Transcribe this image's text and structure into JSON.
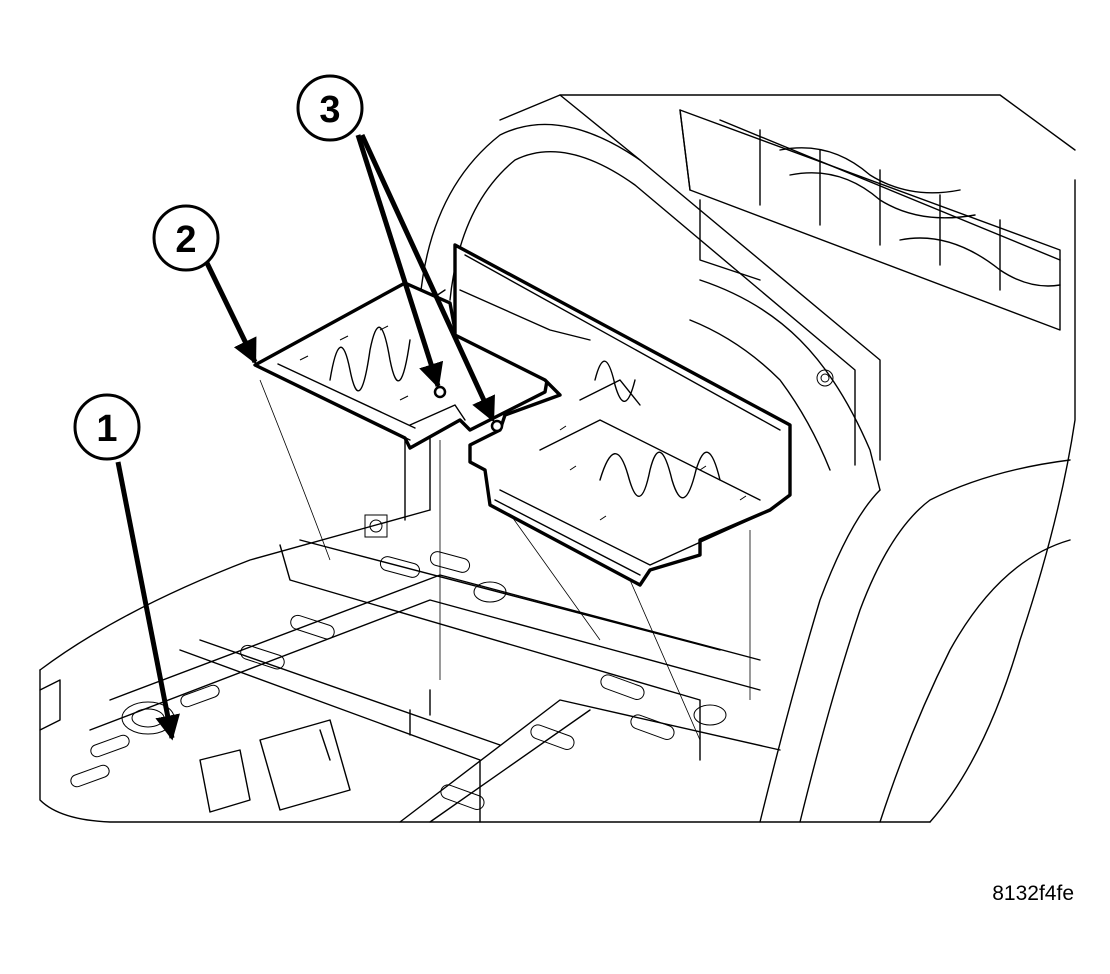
{
  "figure": {
    "id_label": "8132f4fe"
  },
  "callouts": [
    {
      "number": "1"
    },
    {
      "number": "2"
    },
    {
      "number": "3"
    }
  ]
}
